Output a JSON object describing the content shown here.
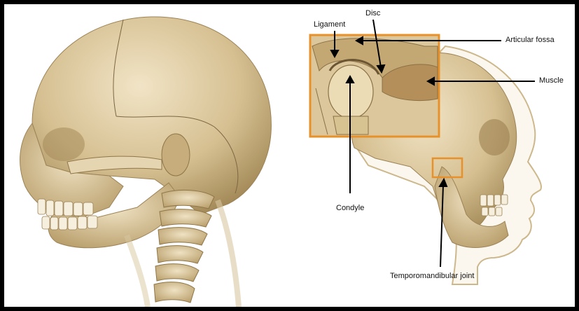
{
  "labels": {
    "ligament": "Ligament",
    "disc": "Disc",
    "articular_fossa": "Articular fossa",
    "muscle": "Muscle",
    "condyle": "Condyle",
    "tmj": "Temporomandibular joint"
  },
  "colors": {
    "background": "#ffffff",
    "border": "#000000",
    "bone": "#d9c59c",
    "bone_dark": "#a88f5e",
    "highlight": "#e8912a",
    "arrow": "#000000"
  }
}
